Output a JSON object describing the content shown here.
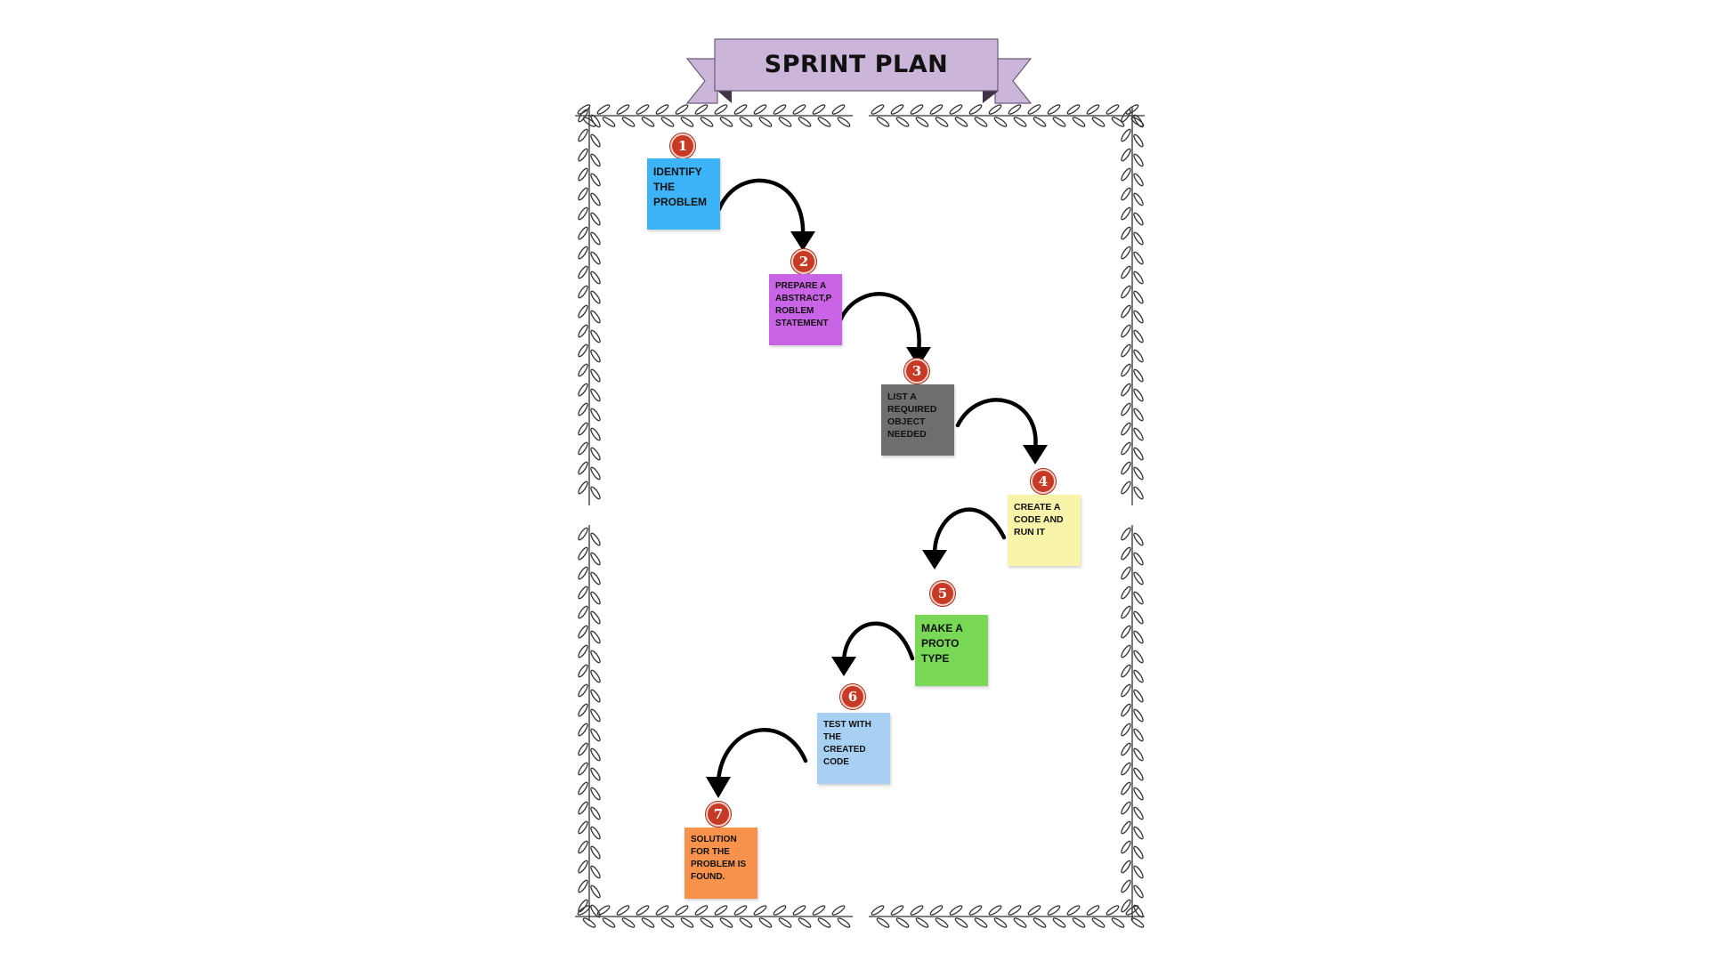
{
  "title": "SPRINT PLAN",
  "colors": {
    "banner_fill": "#cbb5d8",
    "banner_stroke": "#6b5a78",
    "badge": "#c73a26",
    "arrow": "#000000",
    "vine": "#333333"
  },
  "steps": [
    {
      "number": "1",
      "text": "IDENTIFY THE PROBLEM",
      "color": "#3db4f7"
    },
    {
      "number": "2",
      "text": "PREPARE A ABSTRACT,P ROBLEM STATEMENT",
      "color": "#c964e6"
    },
    {
      "number": "3",
      "text": "LIST A REQUIRED OBJECT NEEDED",
      "color": "#6e6e6e"
    },
    {
      "number": "4",
      "text": "CREATE A CODE AND RUN IT",
      "color": "#f8f4aa"
    },
    {
      "number": "5",
      "text": "MAKE A PROTO TYPE",
      "color": "#79d957"
    },
    {
      "number": "6",
      "text": "TEST WITH THE CREATED CODE",
      "color": "#a8d0f2"
    },
    {
      "number": "7",
      "text": "SOLUTION FOR THE PROBLEM IS FOUND.",
      "color": "#f8924c"
    }
  ],
  "icons": [
    "vine-border-icon",
    "curved-arrow-icon",
    "ribbon-banner-icon"
  ]
}
